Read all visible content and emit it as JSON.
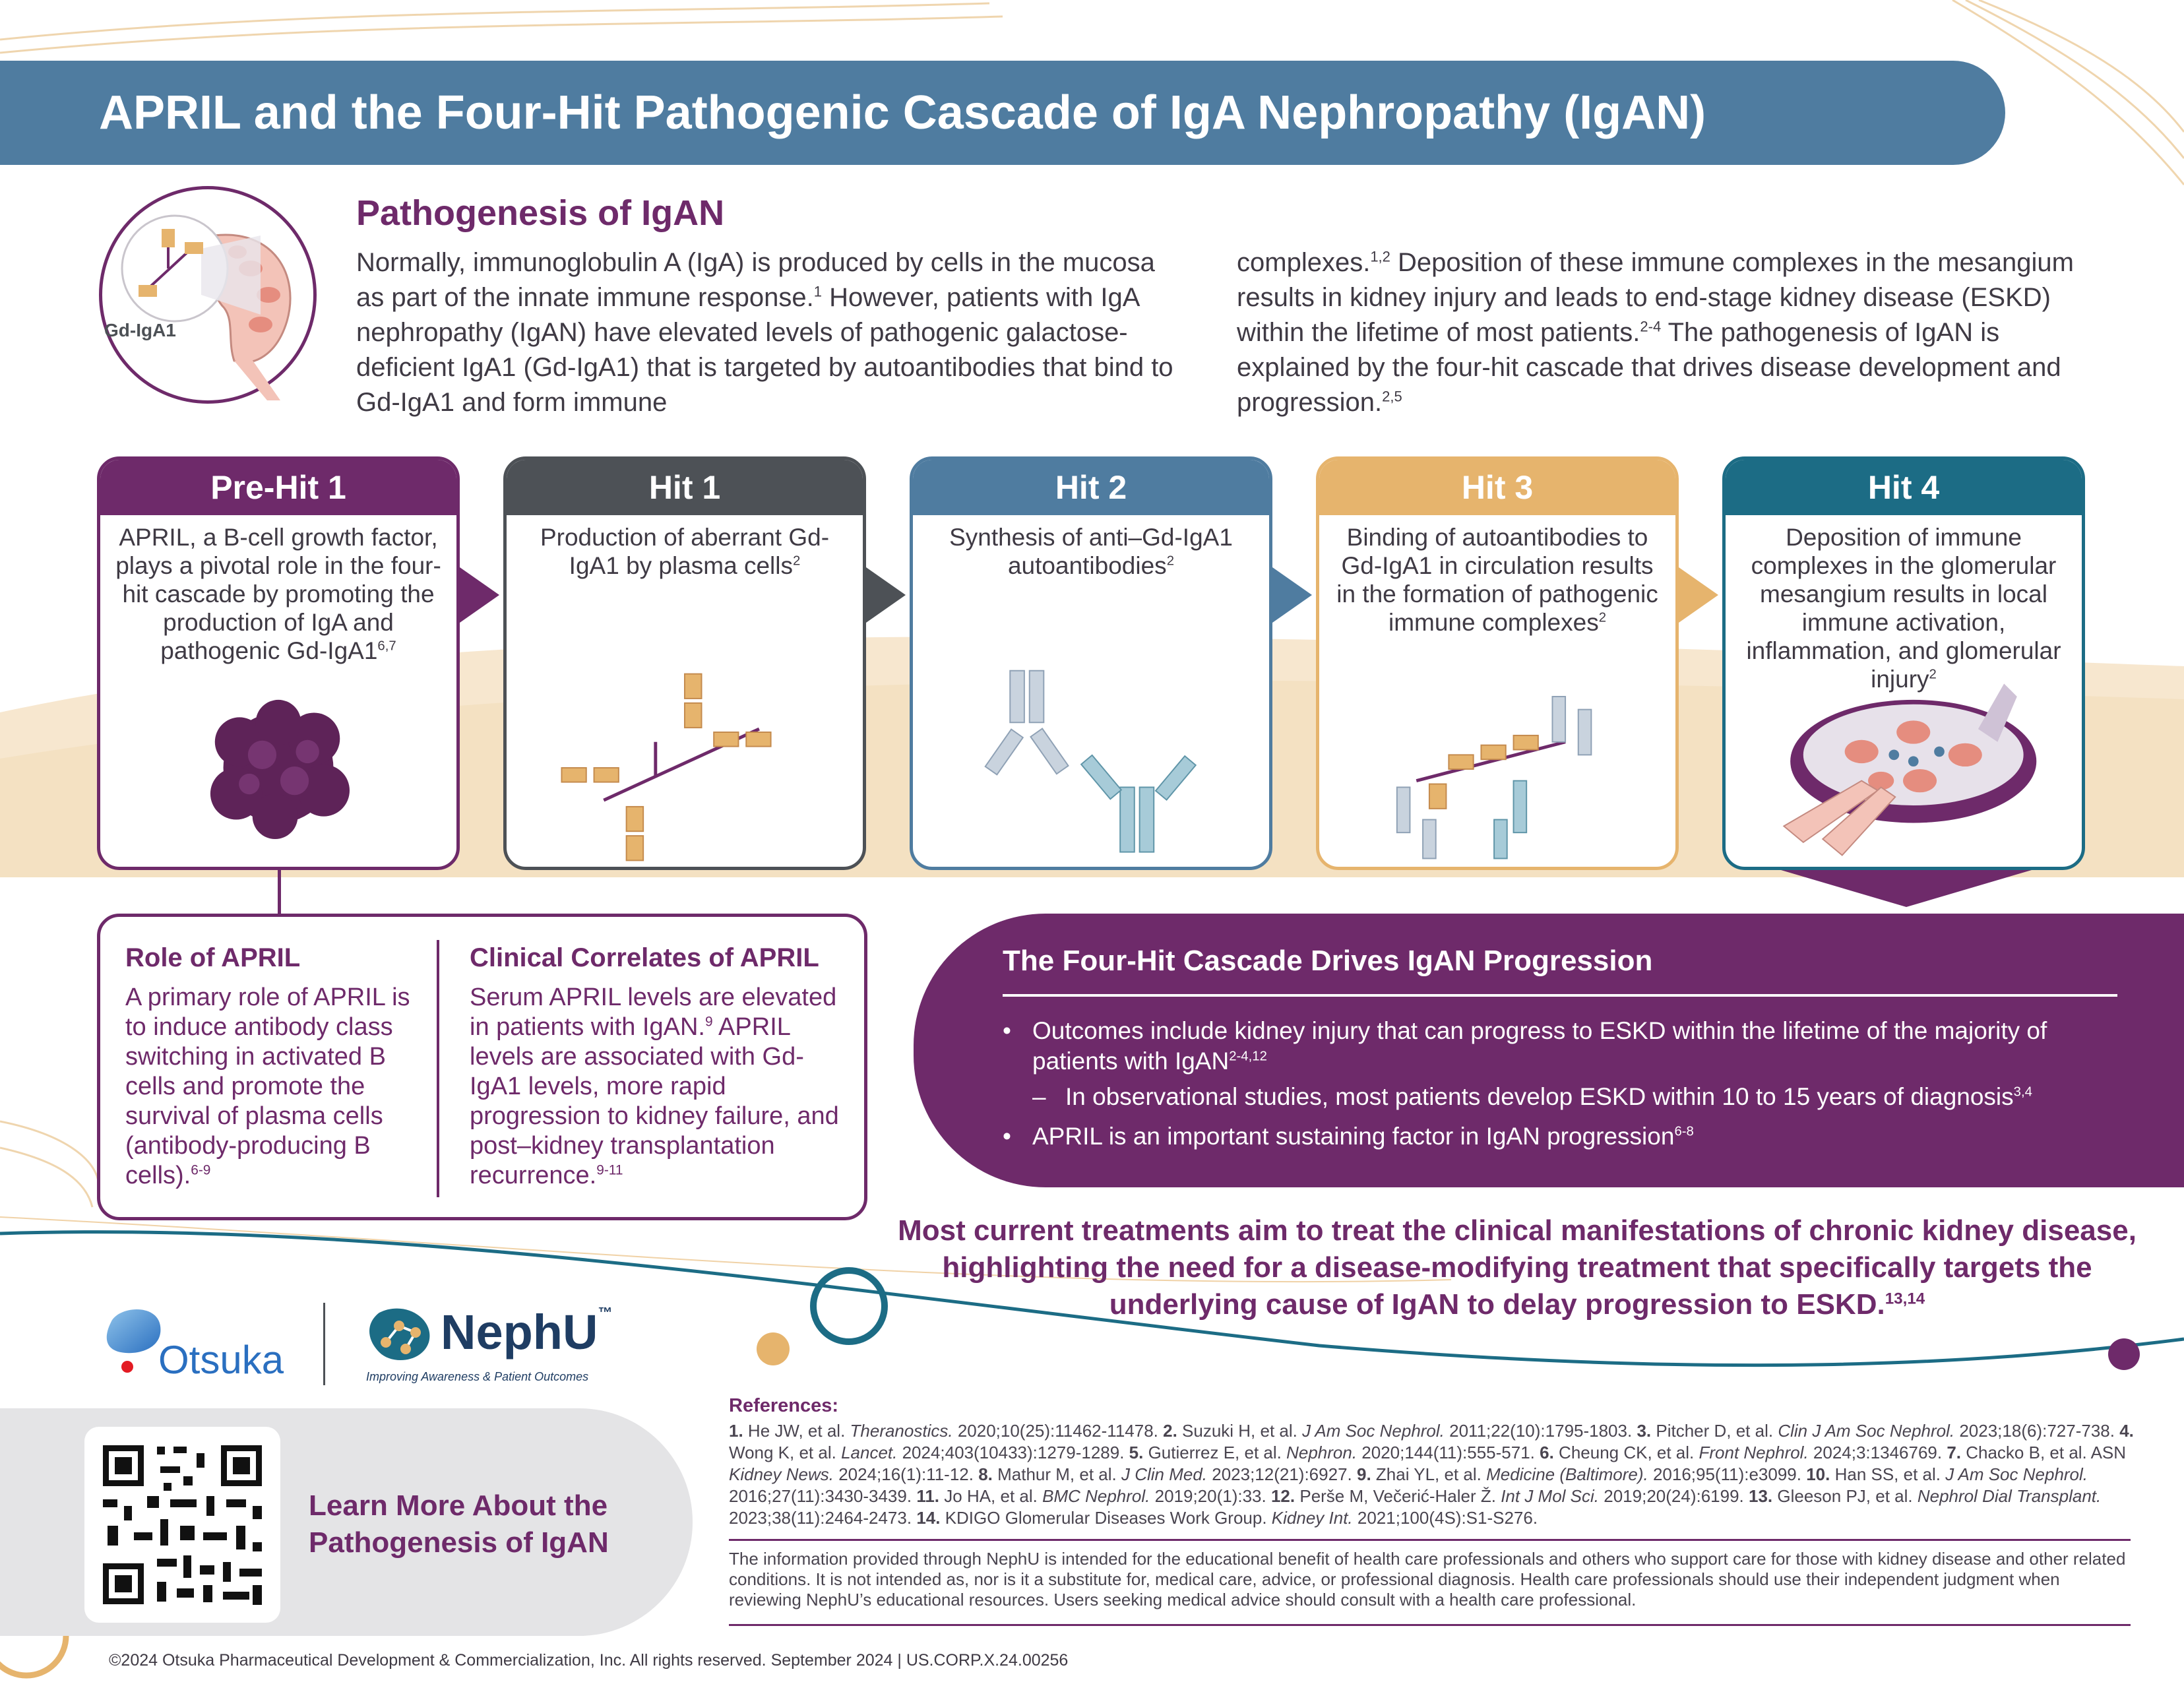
{
  "title": "APRIL and the Four-Hit Pathogenic Cascade of IgA Nephropathy (IgAN)",
  "intro": {
    "icon_label": "Gd-IgA1",
    "heading": "Pathogenesis of IgAN",
    "left_html": "Normally, immunoglobulin A (IgA) is produced by cells in the mucosa as part of the innate immune response.<sup>1</sup> However, patients with IgA nephropathy (IgAN) have elevated levels of pathogenic galactose-deficient IgA1 (Gd-IgA1) that is targeted by autoantibodies that bind to Gd-IgA1 and form immune",
    "right_html": "complexes.<sup>1,2</sup> Deposition of these immune complexes in the mesangium results in kidney injury and leads to end-stage kidney disease (ESKD) within the lifetime of most patients.<sup>2-4</sup> The pathogenesis of IgAN is explained by the four-hit cascade that drives disease development and progression.<sup>2,5</sup>"
  },
  "hits": [
    {
      "title": "Pre-Hit 1",
      "color": "#6e2a6a",
      "text_html": "APRIL, a B-cell growth factor, plays a pivotal role in the four-hit cascade by promoting the production of IgA and pathogenic Gd-IgA1<sup>6,7</sup>"
    },
    {
      "title": "Hit 1",
      "color": "#4d5156",
      "text_html": "Production of aberrant Gd-IgA1 by plasma cells<sup>2</sup>"
    },
    {
      "title": "Hit 2",
      "color": "#4f7ca0",
      "text_html": "Synthesis of anti–Gd-IgA1 autoantibodies<sup>2</sup>"
    },
    {
      "title": "Hit 3",
      "color": "#e6b46d",
      "text_html": "Binding of autoantibodies to Gd-IgA1 in circulation results in the formation of pathogenic immune complexes<sup>2</sup>"
    },
    {
      "title": "Hit 4",
      "color": "#1c6c85",
      "text_html": "Deposition of immune complexes in the glomerular mesangium results in local immune activation, inflammation, and glomerular injury<sup>2</sup>"
    }
  ],
  "april": {
    "role_title": "Role of APRIL",
    "role_html": "A primary role of APRIL is to induce antibody class switching in activated B cells and promote the survival of plasma cells (antibody-producing B cells).<sup>6-9</sup>",
    "clinical_title": "Clinical Correlates of APRIL",
    "clinical_html": "Serum APRIL levels are elevated in patients with IgAN.<sup>9</sup> APRIL levels are associated with Gd-IgA1 levels, more rapid progression to kidney failure, and post–kidney transplantation recurrence.<sup>9-11</sup>"
  },
  "cascade": {
    "title": "The Four-Hit Cascade Drives IgAN Progression",
    "bullet1_html": "Outcomes include kidney injury that can progress to ESKD within the lifetime of the majority of patients with IgAN<sup>2-4,12</sup>",
    "sub1_html": "In observational studies, most patients develop ESKD within 10 to 15 years of diagnosis<sup>3,4</sup>",
    "bullet2_html": "APRIL is an important sustaining factor in IgAN progression<sup>6-8</sup>"
  },
  "statement_html": "Most current treatments aim to treat the clinical manifestations of chronic kidney disease, highlighting the need for a disease-modifying treatment that specifically targets the underlying cause of IgAN to delay progression to ESKD.<sup>13,14</sup>",
  "logos": {
    "otsuka": "Otsuka",
    "nephu": "NephU",
    "nephu_tm": "™",
    "nephu_tagline": "Improving Awareness & Patient Outcomes"
  },
  "learn_more_html": "Learn More About the<br>Pathogenesis of IgAN",
  "references": {
    "title": "References:",
    "text_html": "<b>1.</b> He JW, et al. <i>Theranostics.</i> 2020;10(25):11462-11478. <b>2.</b> Suzuki H, et al. <i>J Am Soc Nephrol.</i> 2011;22(10):1795-1803. <b>3.</b> Pitcher D, et al. <i>Clin J Am Soc Nephrol.</i> 2023;18(6):727-738. <b>4.</b> Wong K, et al. <i>Lancet.</i> 2024;403(10433):1279-1289. <b>5.</b> Gutierrez E, et al. <i>Nephron.</i> 2020;144(11):555-571. <b>6.</b> Cheung CK, et al. <i>Front Nephrol.</i> 2024;3:1346769. <b>7.</b> Chacko B, et al. ASN <i>Kidney News.</i> 2024;16(1):11-12. <b>8.</b> Mathur M, et al. <i>J Clin Med.</i> 2023;12(21):6927. <b>9.</b> Zhai YL, et al. <i>Medicine (Baltimore).</i> 2016;95(11):e3099. <b>10.</b> Han SS, et al. <i>J Am Soc Nephrol.</i> 2016;27(11):3430-3439. <b>11.</b> Jo HA, et al. <i>BMC Nephrol.</i> 2019;20(1):33. <b>12.</b> Perše M, Večerić-Haler Ž. <i>Int J Mol Sci.</i> 2019;20(24):6199. <b>13.</b> Gleeson PJ, et al. <i>Nephrol Dial Transplant.</i> 2023;38(11):2464-2473. <b>14.</b> KDIGO Glomerular Diseases Work Group. <i>Kidney Int.</i> 2021;100(4S):S1-S276."
  },
  "disclaimer": "The information provided through NephU is intended for the educational benefit of health care professionals and others who support care for those with kidney disease and other related conditions. It is not intended as, nor is it a substitute for, medical care, advice, or professional diagnosis. Health care professionals should use their independent judgment when reviewing NephU’s educational resources. Users seeking medical advice should consult with a health care professional.",
  "copyright": "©2024 Otsuka Pharmaceutical Development & Commercialization, Inc. All rights reserved.  September 2024 | US.CORP.X.24.00256",
  "colors": {
    "purple": "#6e2a6a",
    "blue": "#4f7ca0",
    "gray": "#4d5156",
    "gold": "#e6b46d",
    "teal": "#1c6c85"
  }
}
